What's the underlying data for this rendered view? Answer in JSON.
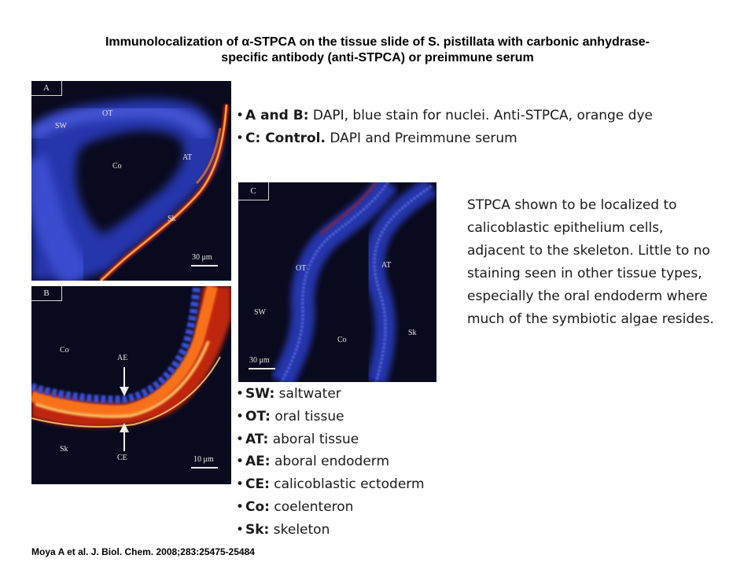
{
  "title": {
    "line1": "Immunolocalization of α-STPCA on the tissue slide of S. pistillata with carbonic anhydrase-",
    "line2": "specific antibody (anti-STPCA) or preimmune serum"
  },
  "panels": {
    "a": {
      "letter": "A",
      "labels": {
        "ot": "OT",
        "sw": "SW",
        "at": "AT",
        "co": "Co",
        "sk": "Sk"
      },
      "scale": "30 μm"
    },
    "b": {
      "letter": "B",
      "labels": {
        "co": "Co",
        "ae": "AE",
        "sk": "Sk",
        "ce": "CE"
      },
      "scale": "10 μm"
    },
    "c": {
      "letter": "C",
      "labels": {
        "ot": "OT",
        "at": "AT",
        "sw": "SW",
        "co": "Co",
        "sk": "Sk"
      },
      "scale": "30 μm"
    }
  },
  "stain_bullets": [
    {
      "term": "A and B:",
      "text": " DAPI, blue stain for nuclei. Anti-STPCA, orange dye"
    },
    {
      "term": "C: Control.",
      "text": " DAPI and Preimmune serum"
    }
  ],
  "description": "STPCA shown to be localized to calicoblastic epithelium cells, adjacent to the skeleton. Little to no staining seen in other tissue types, especially the oral endoderm where much of the symbiotic algae resides.",
  "abbreviations": [
    {
      "term": "SW:",
      "text": " saltwater"
    },
    {
      "term": "OT:",
      "text": " oral tissue"
    },
    {
      "term": "AT:",
      "text": " aboral tissue"
    },
    {
      "term": "AE:",
      "text": " aboral endoderm"
    },
    {
      "term": "CE:",
      "text": " calicoblastic ectoderm"
    },
    {
      "term": "Co:",
      "text": " coelenteron"
    },
    {
      "term": "Sk:",
      "text": " skeleton"
    }
  ],
  "citation": "Moya A et al. J. Biol. Chem. 2008;283:25475-25484",
  "colors": {
    "background": "#0a0a1e",
    "dapi_blue": "#3a4fd8",
    "stain_orange": "#ff7a1a",
    "stain_red": "#d42a10"
  }
}
